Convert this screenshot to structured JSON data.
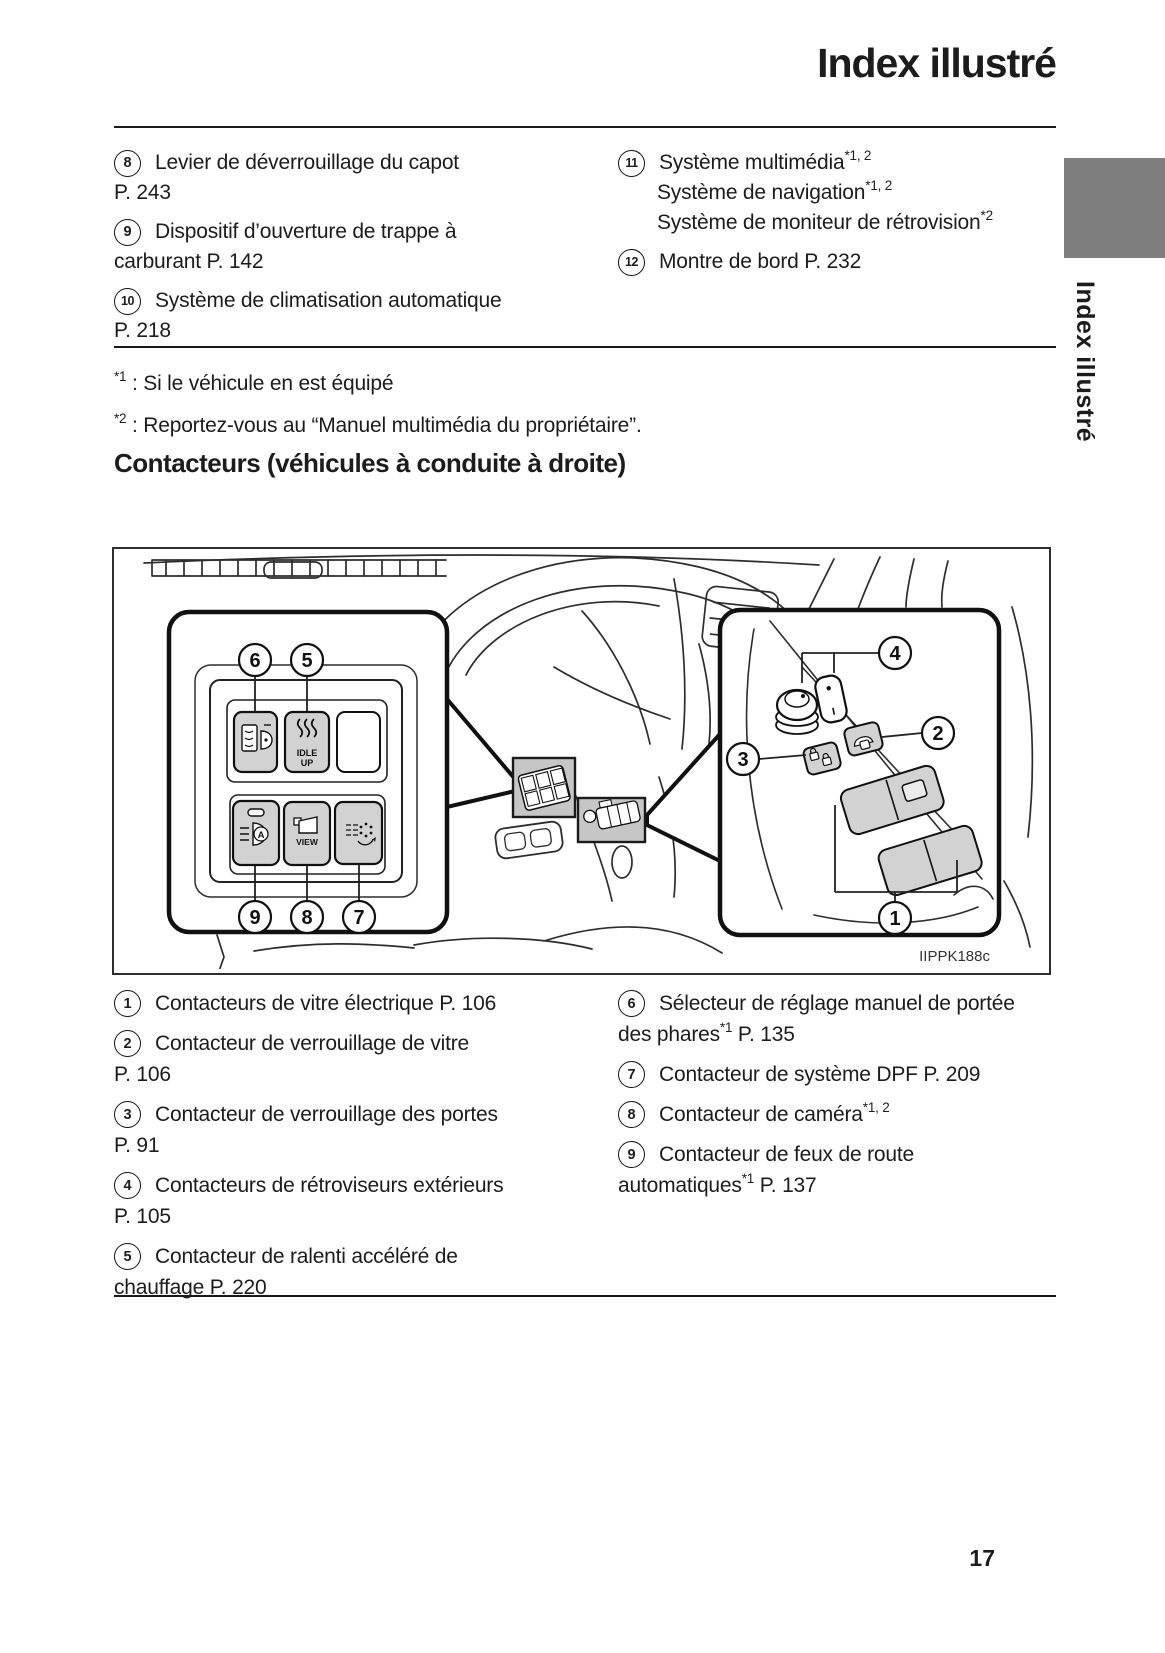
{
  "page": {
    "title": "Index illustré",
    "number": "17",
    "tab_label": "Index illustré"
  },
  "colors": {
    "tab_gray": "#7d7d7d"
  },
  "top_list": {
    "left": [
      {
        "num": "8",
        "indent": false,
        "lines": [
          "Levier de déverrouillage du capot",
          "P. 243"
        ]
      },
      {
        "num": "9",
        "indent": false,
        "lines": [
          "Dispositif d’ouverture de trappe à",
          "carburant P. 142"
        ]
      },
      {
        "num": "10",
        "indent": false,
        "lines": [
          "Système de climatisation automatique",
          "P. 218"
        ]
      }
    ],
    "right": [
      {
        "num": "11",
        "indent": true,
        "lines": [
          "Système multimédia{*1, 2}",
          "Système de navigation{*1, 2}",
          "Système de moniteur de rétrovision{*2}"
        ]
      },
      {
        "num": "12",
        "indent": false,
        "lines": [
          "Montre de bord P. 232"
        ]
      }
    ]
  },
  "footnotes": [
    "{*1} : Si le véhicule en est équipé",
    "{*2} : Reportez-vous au “Manuel multimédia du propriétaire”."
  ],
  "section_heading": "Contacteurs (véhicules à conduite à droite)",
  "figure": {
    "code": "IIPPK188c",
    "callouts": {
      "c1": "1",
      "c2": "2",
      "c3": "3",
      "c4": "4",
      "c5": "5",
      "c6": "6",
      "c7": "7",
      "c8": "8",
      "c9": "9"
    },
    "button_labels": {
      "idle": "IDLE",
      "up": "UP",
      "view": "VIEW",
      "auto": "A"
    }
  },
  "bottom_list": {
    "left": [
      {
        "num": "1",
        "indent": false,
        "lines": [
          "Contacteurs de vitre électrique P. 106"
        ]
      },
      {
        "num": "2",
        "indent": false,
        "lines": [
          "Contacteur de verrouillage de vitre",
          "P. 106"
        ]
      },
      {
        "num": "3",
        "indent": false,
        "lines": [
          "Contacteur de verrouillage des portes",
          "P. 91"
        ]
      },
      {
        "num": "4",
        "indent": false,
        "lines": [
          "Contacteurs de rétroviseurs extérieurs",
          "P. 105"
        ]
      },
      {
        "num": "5",
        "indent": false,
        "lines": [
          "Contacteur de ralenti accéléré de",
          "chauffage P. 220"
        ]
      }
    ],
    "right": [
      {
        "num": "6",
        "indent": false,
        "lines": [
          "Sélecteur de réglage manuel de portée",
          "des phares{*1} P. 135"
        ]
      },
      {
        "num": "7",
        "indent": false,
        "lines": [
          "Contacteur de système DPF P. 209"
        ]
      },
      {
        "num": "8",
        "indent": false,
        "lines": [
          "Contacteur de caméra{*1, 2}"
        ]
      },
      {
        "num": "9",
        "indent": false,
        "lines": [
          "Contacteur de feux de route",
          "automatiques{*1} P. 137"
        ]
      }
    ]
  }
}
